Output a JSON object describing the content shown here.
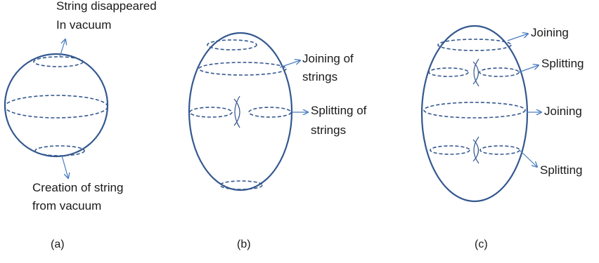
{
  "colors": {
    "stroke": "#34588f",
    "arrow": "#4a7cc0",
    "text": "#1a1a1a",
    "background": "#ffffff"
  },
  "panel_a": {
    "caption": "(a)",
    "top_label_line1": "String disappeared",
    "top_label_line2": "In vacuum",
    "bottom_label_line1": "Creation of string",
    "bottom_label_line2": "from vacuum"
  },
  "panel_b": {
    "caption": "(b)",
    "joining_line1": "Joining of",
    "joining_line2": "strings",
    "splitting_line1": "Splitting of",
    "splitting_line2": "strings"
  },
  "panel_c": {
    "caption": "(c)",
    "label_1": "Joining",
    "label_2": "Splitting",
    "label_3": "Joining",
    "label_4": "Splitting"
  }
}
